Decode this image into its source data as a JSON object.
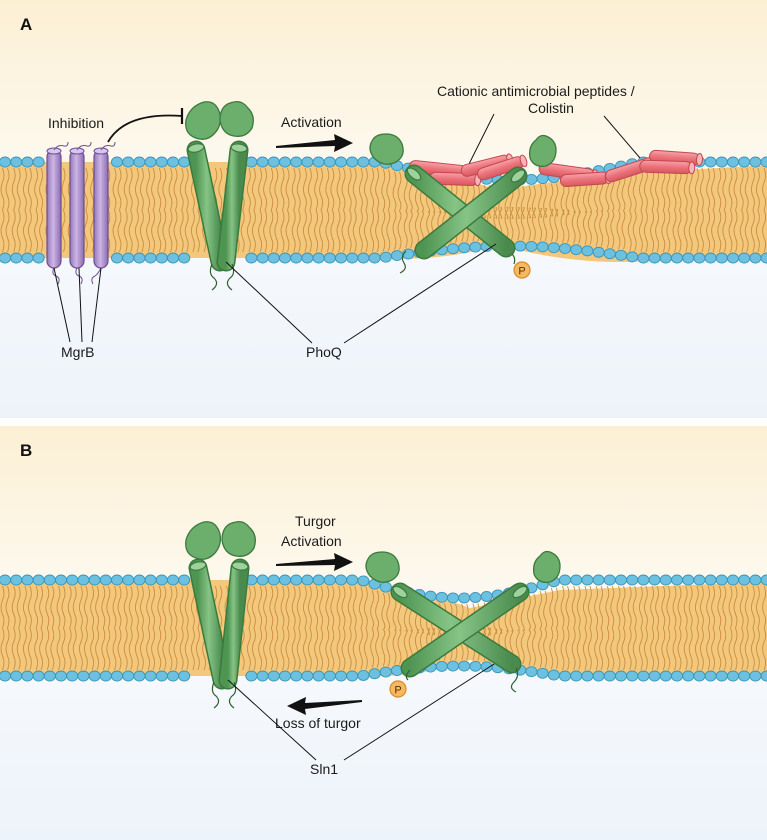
{
  "panels": [
    {
      "letter": "A",
      "labels": {
        "inhibition": "Inhibition",
        "activation": "Activation",
        "peptides_line1": "Cationic antimicrobial peptides /",
        "peptides_line2": "Colistin",
        "mgrb": "MgrB",
        "phoq": "PhoQ",
        "phospho": "P"
      }
    },
    {
      "letter": "B",
      "labels": {
        "turgor": "Turgor",
        "activation": "Activation",
        "loss": "Loss of turgor",
        "sln1": "Sln1",
        "phospho": "P"
      }
    }
  ],
  "colors": {
    "outside_top": "#fcf3de",
    "inside_bottom": "#eef4fb",
    "headgroup": "#6cc0e0",
    "headgroup_stroke": "#3c95b8",
    "lipid_core": "#f3c77c",
    "lipid_tail": "#c98f3d",
    "protein_green": "#6cae6c",
    "protein_green_dark": "#3b7a3e",
    "mgrb_purple": "#b89ad6",
    "mgrb_purple_dark": "#6d4e93",
    "peptide_red": "#ef7f86",
    "peptide_red_dark": "#c2474f",
    "phospho_orange": "#f6b860",
    "arrow": "#111111"
  }
}
